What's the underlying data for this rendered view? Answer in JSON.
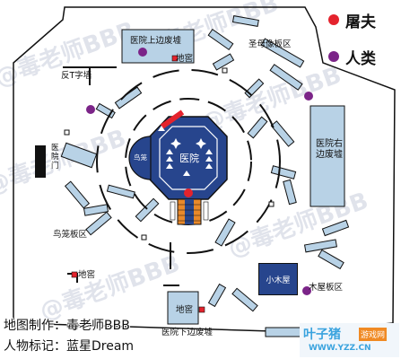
{
  "legend": {
    "killer_label": "屠夫",
    "survivor_label": "人类",
    "killer_color": "#e4232d",
    "survivor_color": "#7b2488"
  },
  "areas": {
    "hospital": "医院",
    "cage": "鸟笼",
    "hospital_upper_ruins": "医院上边废墟",
    "cellar": "地窖",
    "madonna_board": "圣母像板区",
    "reverse_t_wall": "反T字墙",
    "hospital_gate": "医院门",
    "hospital_right_ruins": "医院右边废墟",
    "birdcage_board": "鸟笼板区",
    "cabin": "小木屋",
    "cabin_board": "木屋板区",
    "hospital_lower_ruins": "医院下边废墟"
  },
  "credits": {
    "map_maker": "地图制作：毒老师BBB",
    "character_marker": "人物标记：蓝星Dream"
  },
  "watermark": "@毒老师BBB",
  "brand": {
    "name": "叶子猪",
    "tag": "游戏网",
    "url": "WWW.YZZ.CN"
  },
  "colors": {
    "building": "#b8d2e6",
    "dark_blue": "#27458d",
    "orange": "#e9892a",
    "wall": "#111111"
  }
}
